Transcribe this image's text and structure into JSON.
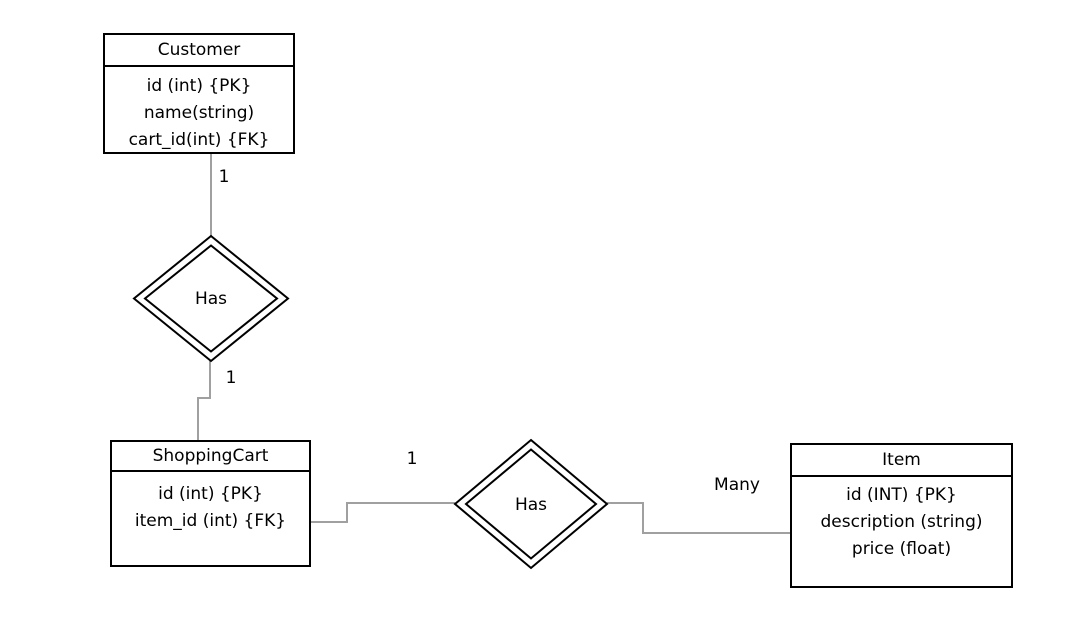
{
  "diagram": {
    "entities": [
      {
        "title": "Customer",
        "attributes": [
          "id (int) {PK}",
          "name(string)",
          "cart_id(int) {FK}"
        ]
      },
      {
        "title": "ShoppingCart",
        "attributes": [
          "id (int) {PK}",
          "item_id (int) {FK}"
        ]
      },
      {
        "title": "Item",
        "attributes": [
          "id (INT) {PK}",
          "description (string)",
          "price (float)"
        ]
      }
    ],
    "relationships": [
      {
        "label": "Has"
      },
      {
        "label": "Has"
      }
    ],
    "cardinalities": {
      "customer_to_has1": "1",
      "has1_to_cart": "1",
      "cart_to_has2": "1",
      "has2_to_item": "Many"
    },
    "colors": {
      "shape_border": "#000000",
      "connector": "#a0a0a0",
      "text": "#000000",
      "background": "#ffffff"
    }
  }
}
